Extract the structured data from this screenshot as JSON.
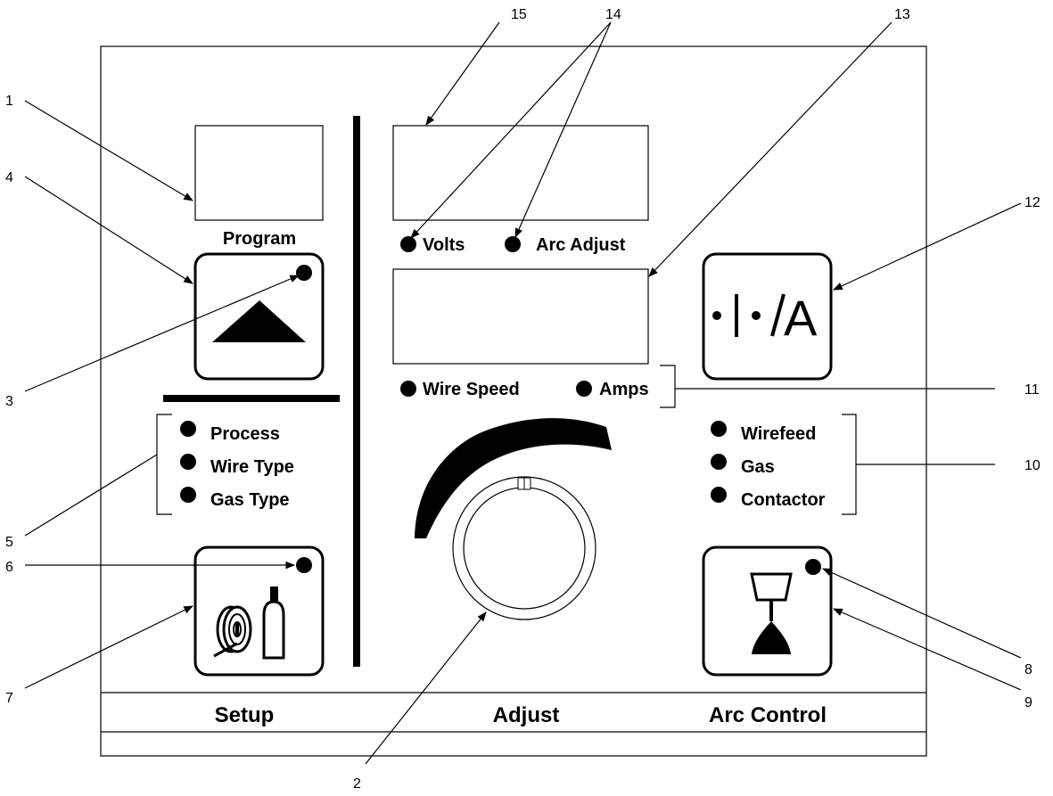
{
  "labels": {
    "program": "Program",
    "volts": "Volts",
    "arc_adjust": "Arc Adjust",
    "wire_speed": "Wire Speed",
    "amps": "Amps",
    "process": "Process",
    "wire_type": "Wire Type",
    "gas_type": "Gas Type",
    "wirefeed": "Wirefeed",
    "gas": "Gas",
    "contactor": "Contactor",
    "setup": "Setup",
    "adjust": "Adjust",
    "arc_control": "Arc Control",
    "va_button": "•|•/A"
  },
  "callouts": [
    "1",
    "2",
    "3",
    "4",
    "5",
    "6",
    "7",
    "8",
    "9",
    "10",
    "11",
    "12",
    "13",
    "14",
    "15"
  ],
  "colors": {
    "ink": "#000000",
    "background": "#ffffff"
  },
  "icons": {
    "program_button": "triangle-up-icon",
    "setup_button": "wire-spool-gas-cylinder-icon",
    "arc_control_button": "hourglass-arc-icon",
    "adjust_knob": "rotary-knob-icon"
  }
}
